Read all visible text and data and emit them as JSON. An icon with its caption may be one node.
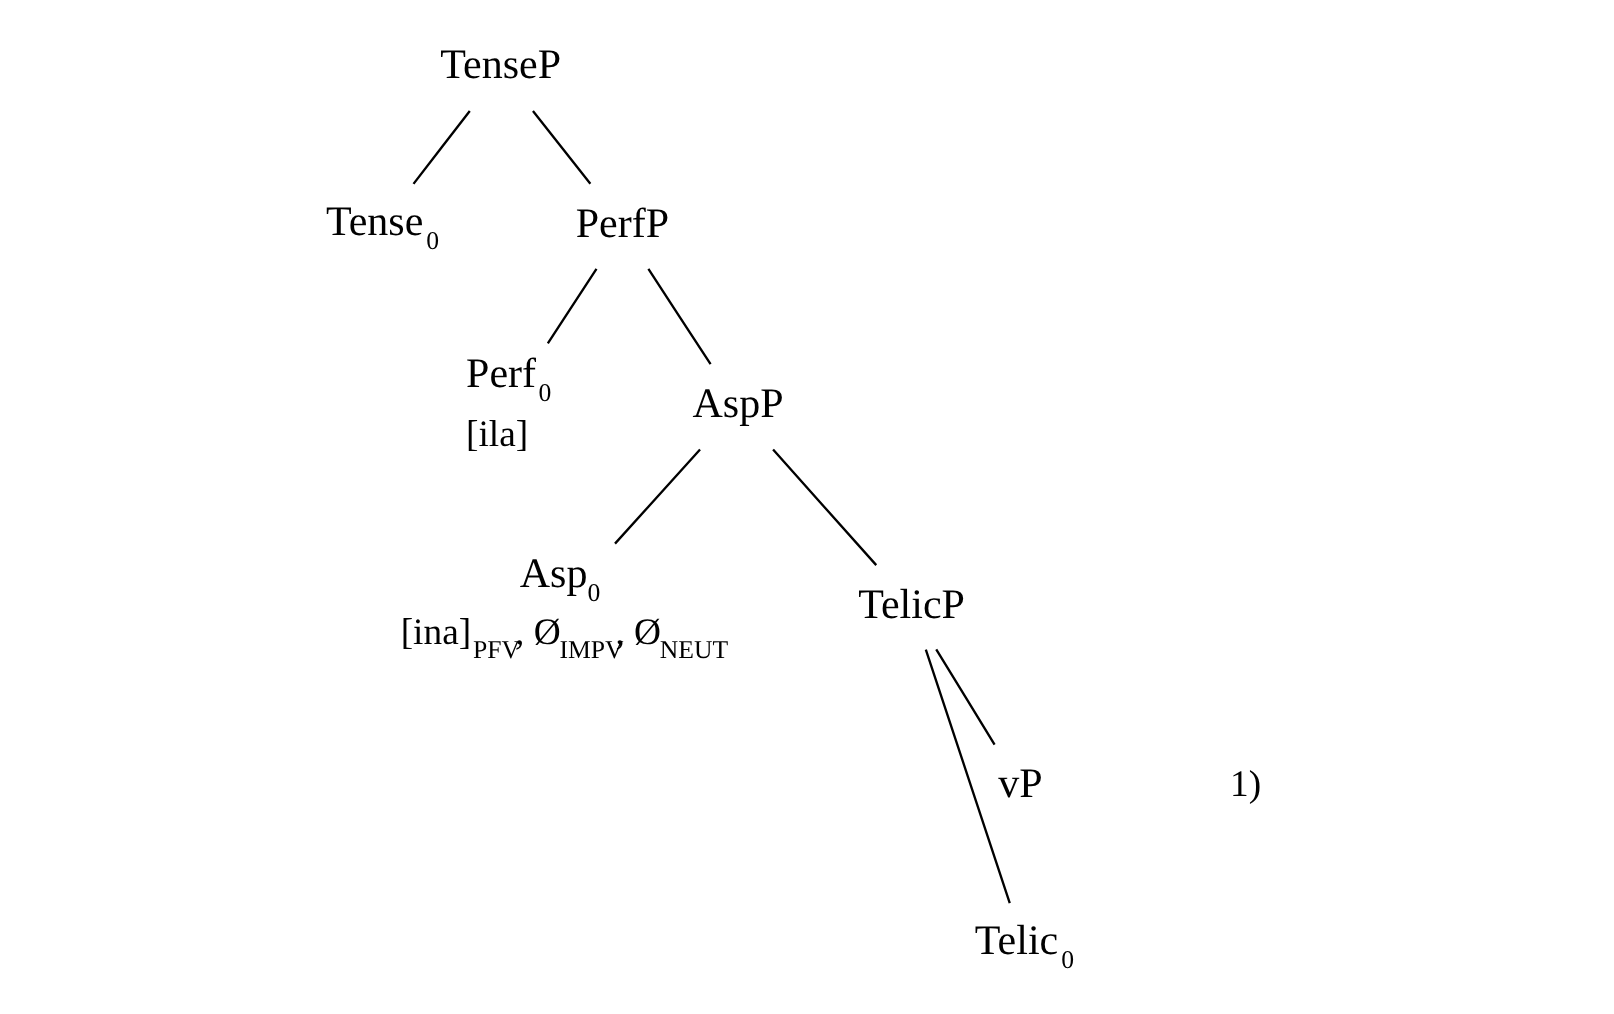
{
  "diagram": {
    "nodes": [
      {
        "text": [
          "TenseP"
        ]
      },
      {
        "text": [
          "Tense$_{0}$"
        ]
      },
      {
        "text": [
          "PerfP"
        ]
      },
      {
        "text": [
          "Perf$_{0}$"
        ],
        "beside": [
          "[ila]"
        ]
      },
      {
        "text": [
          "AspP"
        ]
      },
      {
        "text": [
          "Asp$_{0}$"
        ],
        "beside": [
          "[ina]$_{PFV}$, Ø$_{IMPV}$, Ø$_{NEUT}$"
        ]
      },
      {
        "text": [
          "TelicP"
        ]
      },
      {
        "text": [
          "Telic$_{0}$"
        ]
      },
      {
        "text": [
          "vP"
        ]
      }
    ],
    "edges": [
      {
        "from": 0,
        "to": 1,
        "arrow": "none"
      },
      {
        "from": 0,
        "to": 2,
        "arrow": "none"
      },
      {
        "from": 2,
        "to": 3,
        "arrow": "none"
      },
      {
        "from": 2,
        "to": 4,
        "arrow": "none"
      },
      {
        "from": 4,
        "to": 5,
        "arrow": "none"
      },
      {
        "from": 4,
        "to": 6,
        "arrow": "none"
      },
      {
        "from": 6,
        "to": 7,
        "arrow": "none"
      },
      {
        "from": 6,
        "to": 8,
        "arrow": "none"
      }
    ],
    "labels": [
      "1)"
    ]
  }
}
